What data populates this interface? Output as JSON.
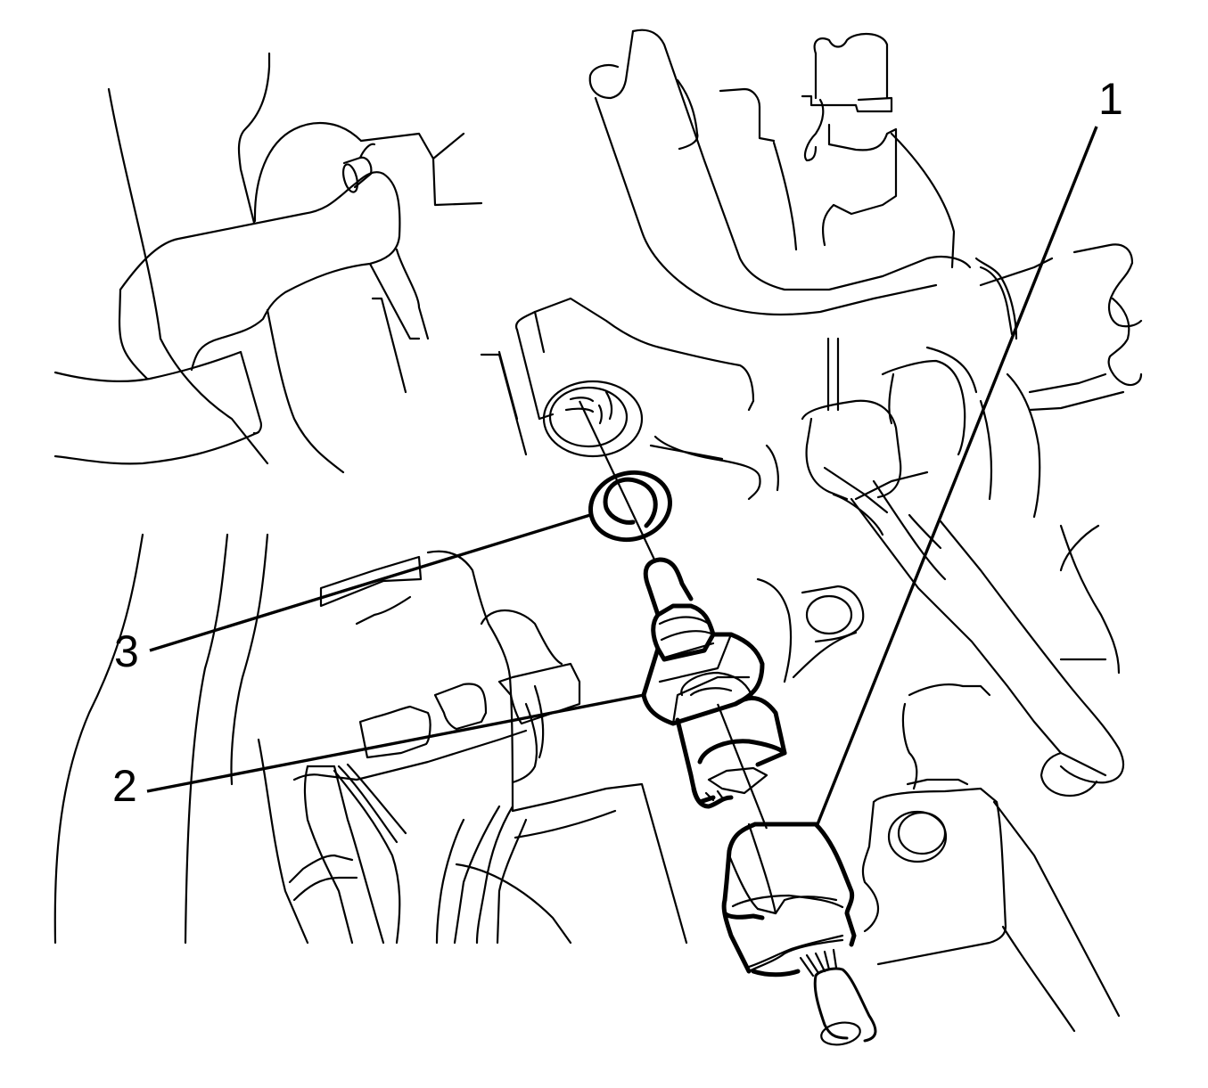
{
  "diagram": {
    "type": "technical-line-illustration",
    "subject": "engine sensor installation",
    "colors": {
      "background": "#ffffff",
      "line": "#000000"
    },
    "callouts": [
      {
        "id": "1",
        "label": "1",
        "target": "wiring-harness-connector"
      },
      {
        "id": "2",
        "label": "2",
        "target": "sensor"
      },
      {
        "id": "3",
        "label": "3",
        "target": "sealing-washer"
      }
    ]
  }
}
